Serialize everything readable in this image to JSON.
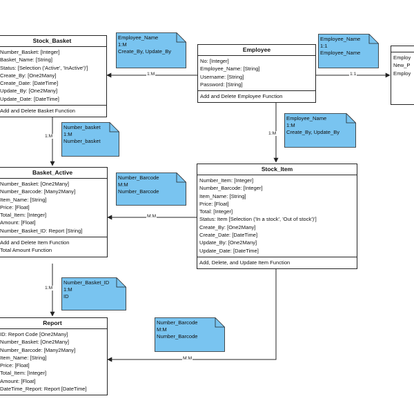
{
  "colors": {
    "note_fill": "#79c4f0",
    "line": "#222222",
    "background": "#ffffff"
  },
  "classes": {
    "stock_basket": {
      "title": "Stock_Basket",
      "attrs": [
        "Number_Basket: [Integer]",
        "Basket_Name: [String]",
        "Status: [Selection ('Active', 'InActive')']",
        "Create_By: [One2Many]",
        "Create_Date: [DateTime]",
        "Update_By: [One2Many]",
        "Update_Date: [DateTime]"
      ],
      "ops": [
        "Add and Delete Basket Function"
      ]
    },
    "employee": {
      "title": "Employee",
      "attrs": [
        "No: [Integer]",
        "Employee_Name: [String]",
        "Username: [String]",
        "Password: [String]"
      ],
      "ops": [
        "Add and Delete Employee Function"
      ]
    },
    "basket_active": {
      "title": "Basket_Active",
      "attrs": [
        "Number_Basket: [One2Many]",
        "Number_Barcode: [Many2Many]",
        "Item_Name: [String]",
        "Price: [Float]",
        "Total_Item: [Integer]",
        "Amount: [Float]",
        "Number_Basket_ID: Report [String]"
      ],
      "ops": [
        "Add and Delete Item Function",
        "Total Amount Function"
      ]
    },
    "stock_item": {
      "title": "Stock_Item",
      "attrs": [
        "Number_Item: [Integer]",
        "Number_Barcode: [Integer]",
        "Item_Name: [String]",
        "Price: [Float]",
        "Total: [Integer]",
        "Status: Item [Selection ('In a stock', 'Out of stock')']",
        "Create_By: [One2Many]",
        "Create_Date: [DateTime]",
        "Update_By: [One2Many]",
        "Update_Date: [DateTime]"
      ],
      "ops": [
        "Add, Delete, and Update Item Function"
      ]
    },
    "report": {
      "title": "Report",
      "attrs": [
        "ID: Report Code [One2Many]",
        "Number_Basket: [One2Many]",
        "Number_Barcode: [Many2Many]",
        "Item_Name: [String]",
        "Price: [Float]",
        "Total_Item: [Integer]",
        "Amount: [Float]",
        "DateTime_Report: Report [DateTime]"
      ],
      "ops": []
    },
    "partial_right": {
      "rows": [
        "Employ",
        "New_P",
        "Employ"
      ]
    }
  },
  "notes": {
    "n1": [
      "Employee_Name",
      "1:M",
      "Create_By, Update_By"
    ],
    "n2": [
      "Employee_Name",
      "1:1",
      "Employee_Name"
    ],
    "n3": [
      "Number_basket",
      "1:M",
      "Number_basket"
    ],
    "n4": [
      "Employee_Name",
      "1:M",
      "Create_By, Update_By"
    ],
    "n5": [
      "Number_Barcode",
      "M:M",
      "Number_Barcode"
    ],
    "n6": [
      "Number_Basket_ID",
      "1:M",
      "ID"
    ],
    "n7": [
      "Number_Barcode",
      "M:M",
      "Number_Barcode"
    ]
  },
  "edges": {
    "e1": "1:M",
    "e2": "1:1",
    "e3": "1:M",
    "e4": "1:M",
    "e5": "M:M",
    "e6": "1:M",
    "e7": "M:M"
  }
}
